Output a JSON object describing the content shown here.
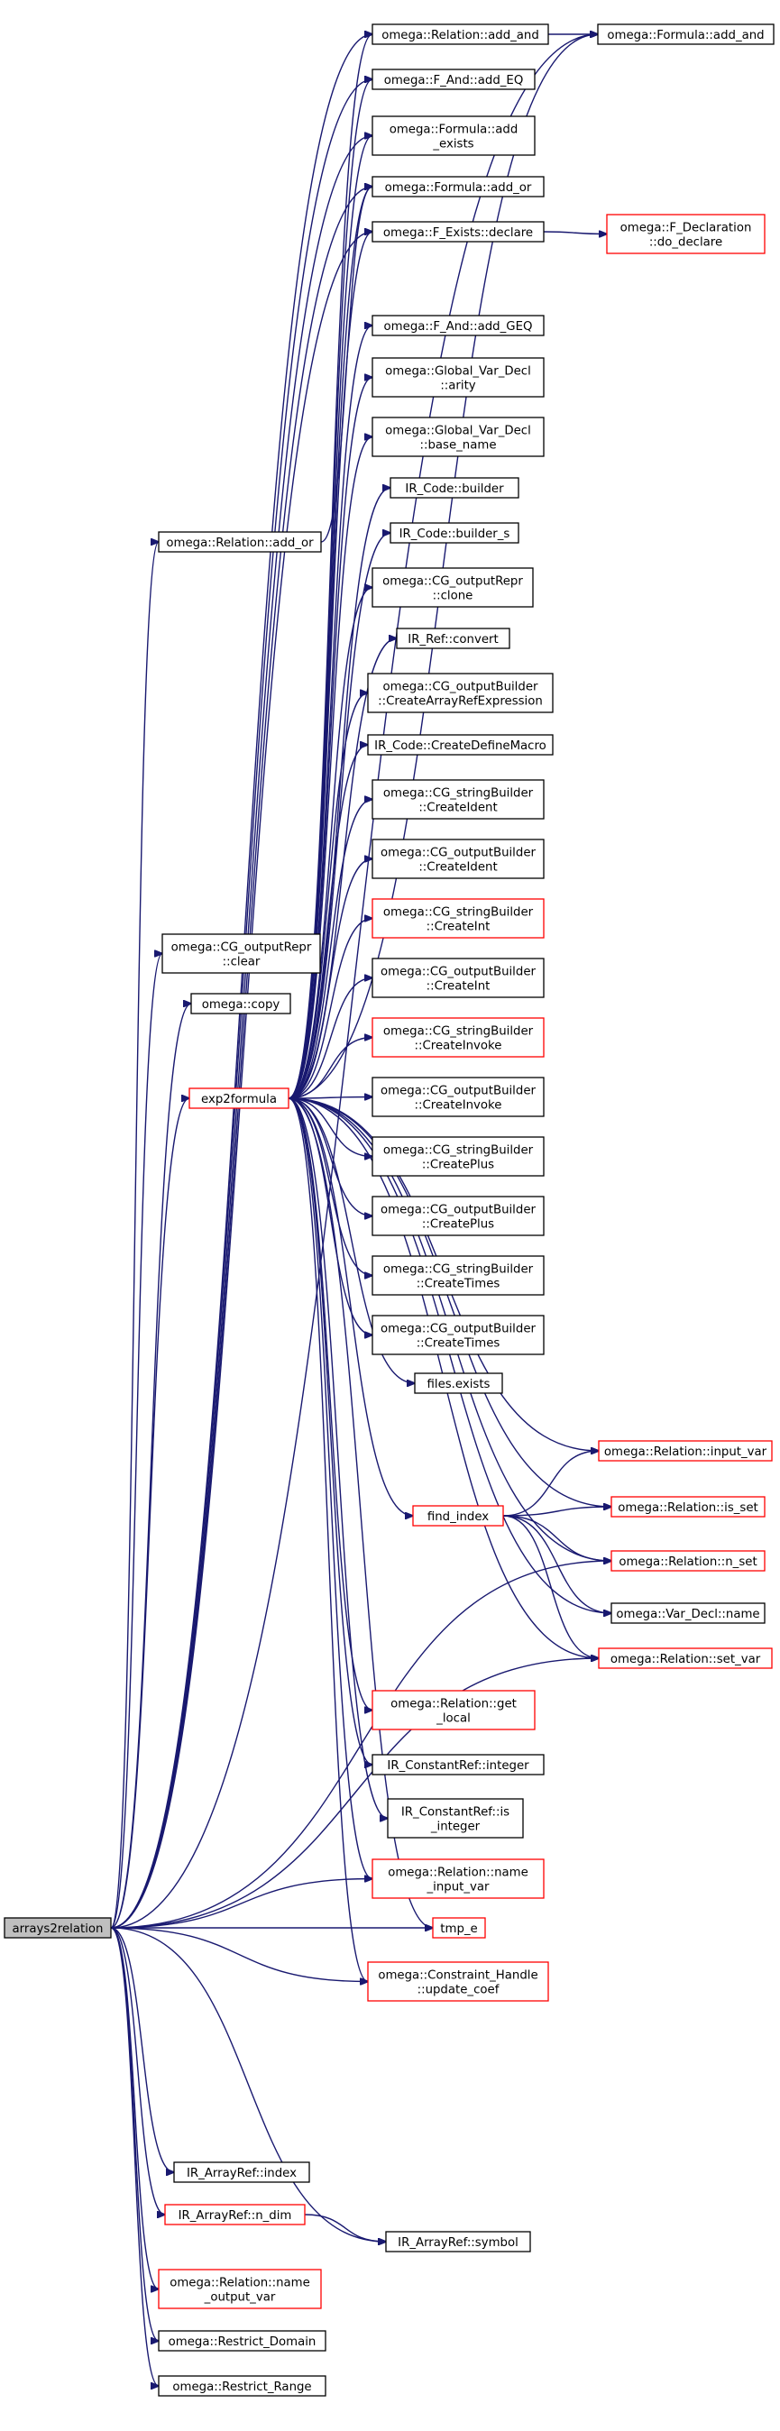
{
  "graph": {
    "root": "arrays2relation",
    "colors": {
      "edge": "#191970",
      "node_border": "#000000",
      "truncated_border": "#ff0000",
      "root_fill": "#bfbfbf"
    },
    "nodes": [
      {
        "id": "arrays2relation",
        "lines": [
          "arrays2relation"
        ],
        "root": true
      },
      {
        "id": "exp2formula",
        "lines": [
          "exp2formula"
        ],
        "red": true
      },
      {
        "id": "rel_add_and",
        "lines": [
          "omega::Relation::add_and"
        ]
      },
      {
        "id": "formula_add_and",
        "lines": [
          "omega::Formula::add_and"
        ]
      },
      {
        "id": "fand_add_eq",
        "lines": [
          "omega::F_And::add_EQ"
        ]
      },
      {
        "id": "formula_add_exists",
        "lines": [
          "omega::Formula::add",
          "_exists"
        ]
      },
      {
        "id": "formula_add_or",
        "lines": [
          "omega::Formula::add_or"
        ]
      },
      {
        "id": "fexists_declare",
        "lines": [
          "omega::F_Exists::declare"
        ]
      },
      {
        "id": "fdecl_do_declare",
        "lines": [
          "omega::F_Declaration",
          "::do_declare"
        ],
        "red": true
      },
      {
        "id": "fand_add_geq",
        "lines": [
          "omega::F_And::add_GEQ"
        ]
      },
      {
        "id": "gvd_arity",
        "lines": [
          "omega::Global_Var_Decl",
          "::arity"
        ]
      },
      {
        "id": "gvd_base_name",
        "lines": [
          "omega::Global_Var_Decl",
          "::base_name"
        ]
      },
      {
        "id": "ircode_builder",
        "lines": [
          "IR_Code::builder"
        ]
      },
      {
        "id": "ircode_builder_s",
        "lines": [
          "IR_Code::builder_s"
        ]
      },
      {
        "id": "cg_outputrepr_clone",
        "lines": [
          "omega::CG_outputRepr",
          "::clone"
        ]
      },
      {
        "id": "irref_convert",
        "lines": [
          "IR_Ref::convert"
        ]
      },
      {
        "id": "cgob_createarrayref",
        "lines": [
          "omega::CG_outputBuilder",
          "::CreateArrayRefExpression"
        ]
      },
      {
        "id": "ircode_createdefinemacro",
        "lines": [
          "IR_Code::CreateDefineMacro"
        ]
      },
      {
        "id": "cgsb_createident",
        "lines": [
          "omega::CG_stringBuilder",
          "::CreateIdent"
        ]
      },
      {
        "id": "cgob_createident",
        "lines": [
          "omega::CG_outputBuilder",
          "::CreateIdent"
        ]
      },
      {
        "id": "cgsb_createint",
        "lines": [
          "omega::CG_stringBuilder",
          "::CreateInt"
        ],
        "red": true
      },
      {
        "id": "cgob_createint",
        "lines": [
          "omega::CG_outputBuilder",
          "::CreateInt"
        ]
      },
      {
        "id": "cgsb_createinvoke",
        "lines": [
          "omega::CG_stringBuilder",
          "::CreateInvoke"
        ],
        "red": true
      },
      {
        "id": "cgob_createinvoke",
        "lines": [
          "omega::CG_outputBuilder",
          "::CreateInvoke"
        ]
      },
      {
        "id": "cgsb_createplus",
        "lines": [
          "omega::CG_stringBuilder",
          "::CreatePlus"
        ]
      },
      {
        "id": "cgob_createplus",
        "lines": [
          "omega::CG_outputBuilder",
          "::CreatePlus"
        ]
      },
      {
        "id": "cgsb_createtimes",
        "lines": [
          "omega::CG_stringBuilder",
          "::CreateTimes"
        ]
      },
      {
        "id": "cgob_createtimes",
        "lines": [
          "omega::CG_outputBuilder",
          "::CreateTimes"
        ]
      },
      {
        "id": "files_exists",
        "lines": [
          "files.exists"
        ]
      },
      {
        "id": "rel_add_or",
        "lines": [
          "omega::Relation::add_or"
        ]
      },
      {
        "id": "cg_outputrepr_clear",
        "lines": [
          "omega::CG_outputRepr",
          "::clear"
        ]
      },
      {
        "id": "omega_copy",
        "lines": [
          "omega::copy"
        ]
      },
      {
        "id": "rel_input_var",
        "lines": [
          "omega::Relation::input_var"
        ],
        "red": true
      },
      {
        "id": "find_index",
        "lines": [
          "find_index"
        ],
        "red": true
      },
      {
        "id": "rel_is_set",
        "lines": [
          "omega::Relation::is_set"
        ],
        "red": true
      },
      {
        "id": "rel_n_set",
        "lines": [
          "omega::Relation::n_set"
        ],
        "red": true
      },
      {
        "id": "vardecl_name",
        "lines": [
          "omega::Var_Decl::name"
        ]
      },
      {
        "id": "rel_set_var",
        "lines": [
          "omega::Relation::set_var"
        ],
        "red": true
      },
      {
        "id": "rel_get_local",
        "lines": [
          "omega::Relation::get",
          "_local"
        ],
        "red": true
      },
      {
        "id": "irconst_integer",
        "lines": [
          "IR_ConstantRef::integer"
        ]
      },
      {
        "id": "irconst_is_integer",
        "lines": [
          "IR_ConstantRef::is",
          "_integer"
        ]
      },
      {
        "id": "rel_name_input_var",
        "lines": [
          "omega::Relation::name",
          "_input_var"
        ],
        "red": true
      },
      {
        "id": "tmp_e",
        "lines": [
          "tmp_e"
        ],
        "red": true
      },
      {
        "id": "ch_update_coef",
        "lines": [
          "omega::Constraint_Handle",
          "::update_coef"
        ],
        "red": true
      },
      {
        "id": "irarr_index",
        "lines": [
          "IR_ArrayRef::index"
        ]
      },
      {
        "id": "irarr_n_dim",
        "lines": [
          "IR_ArrayRef::n_dim"
        ],
        "red": true
      },
      {
        "id": "irarr_symbol",
        "lines": [
          "IR_ArrayRef::symbol"
        ]
      },
      {
        "id": "rel_name_output_var",
        "lines": [
          "omega::Relation::name",
          "_output_var"
        ],
        "red": true
      },
      {
        "id": "restrict_domain",
        "lines": [
          "omega::Restrict_Domain"
        ]
      },
      {
        "id": "restrict_range",
        "lines": [
          "omega::Restrict_Range"
        ]
      }
    ]
  }
}
